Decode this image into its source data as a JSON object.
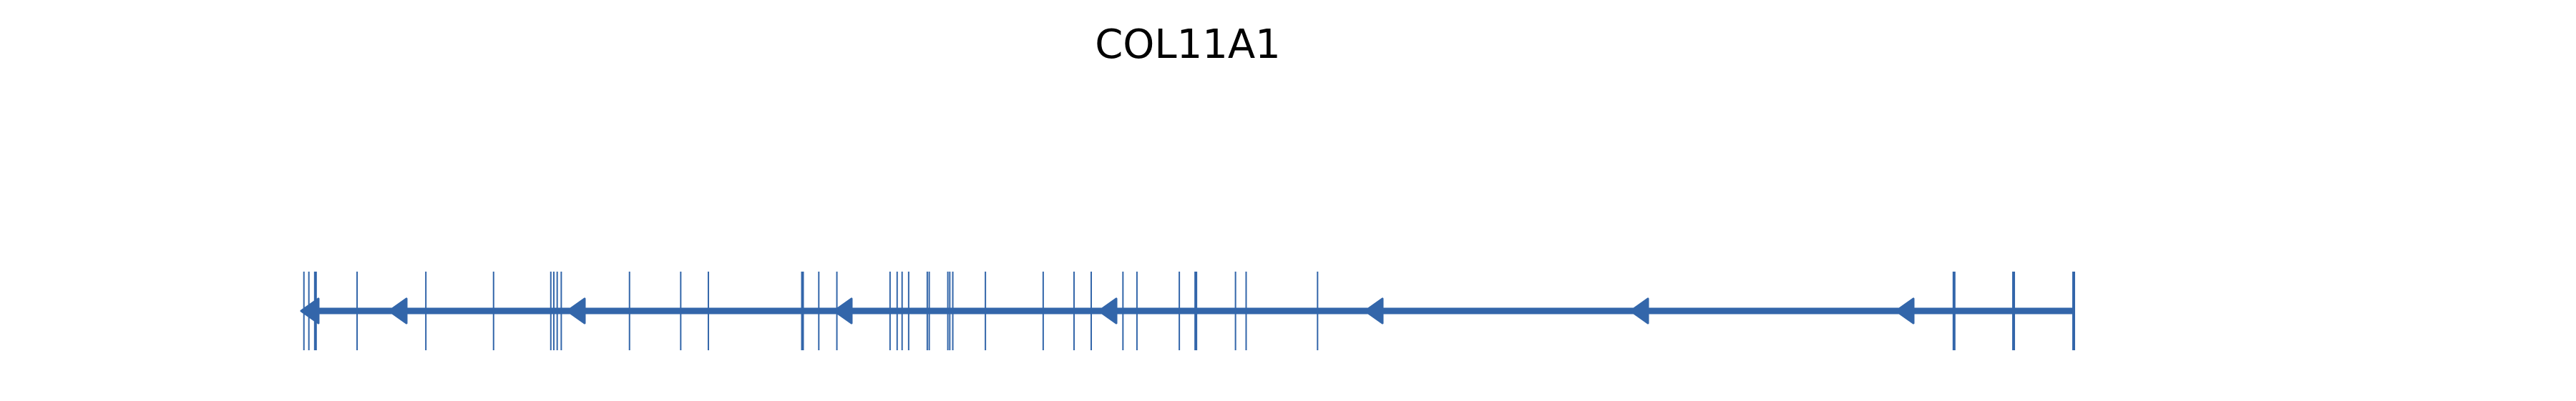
{
  "chart_data": {
    "type": "gene-structure",
    "title": "COL11A1",
    "strand": "-",
    "color": "#3366AA",
    "exon_relative_positions": [
      0.0015,
      0.0043,
      0.008,
      0.0315,
      0.0703,
      0.1085,
      0.1408,
      0.1425,
      0.1444,
      0.1467,
      0.1852,
      0.2141,
      0.2297,
      0.2824,
      0.2832,
      0.292,
      0.3022,
      0.3322,
      0.3362,
      0.339,
      0.3427,
      0.3532,
      0.3543,
      0.3648,
      0.3659,
      0.3676,
      0.386,
      0.4186,
      0.436,
      0.4457,
      0.4636,
      0.4715,
      0.4954,
      0.5047,
      0.5271,
      0.5331,
      0.5734,
      0.9325,
      0.9661,
      1.0
    ],
    "wide_exons": [
      0.008,
      0.5047,
      0.9325,
      0.9661,
      1.0
    ]
  }
}
